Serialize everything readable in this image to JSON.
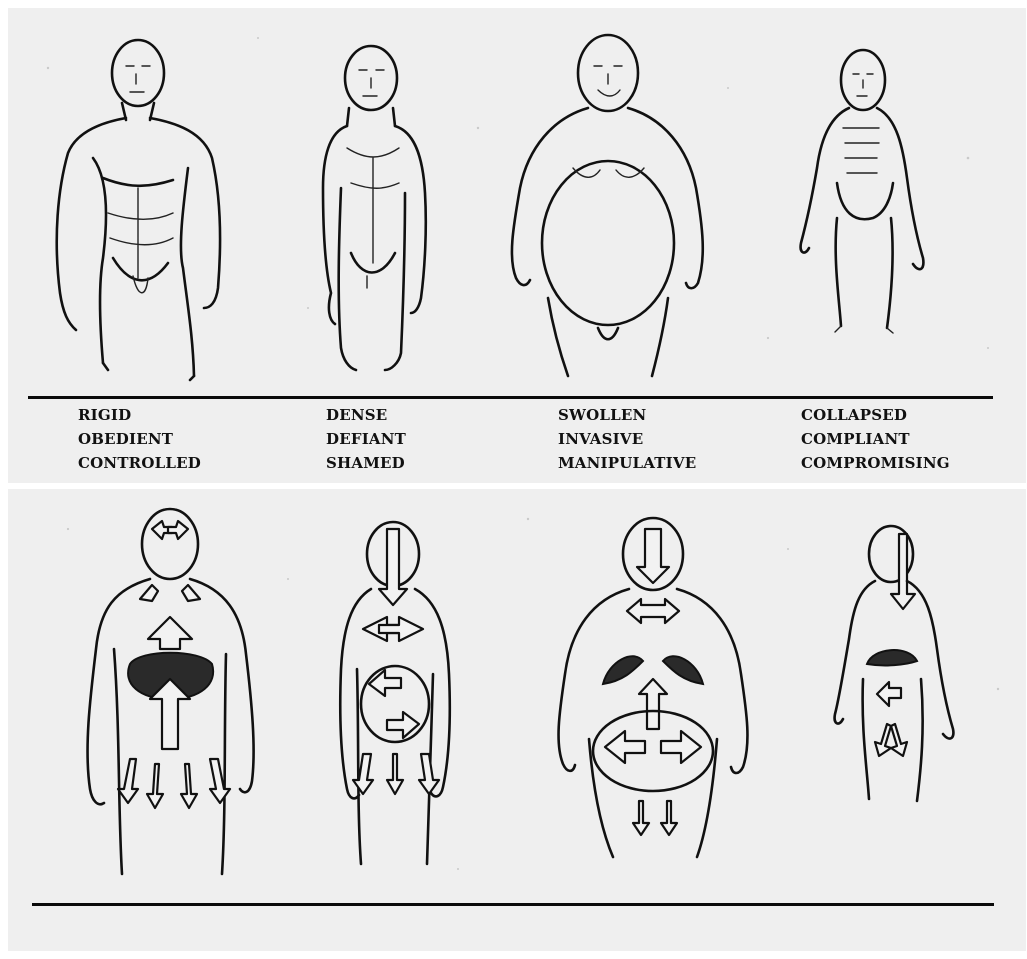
{
  "body_types": [
    {
      "lines": [
        "RIGID",
        "OBEDIENT",
        "CONTROLLED"
      ]
    },
    {
      "lines": [
        "DENSE",
        "DEFIANT",
        "SHAMED"
      ]
    },
    {
      "lines": [
        "SWOLLEN",
        "INVASIVE",
        "MANIPULATIVE"
      ]
    },
    {
      "lines": [
        "COLLAPSED",
        "COMPLIANT",
        "COMPROMISING"
      ]
    }
  ]
}
